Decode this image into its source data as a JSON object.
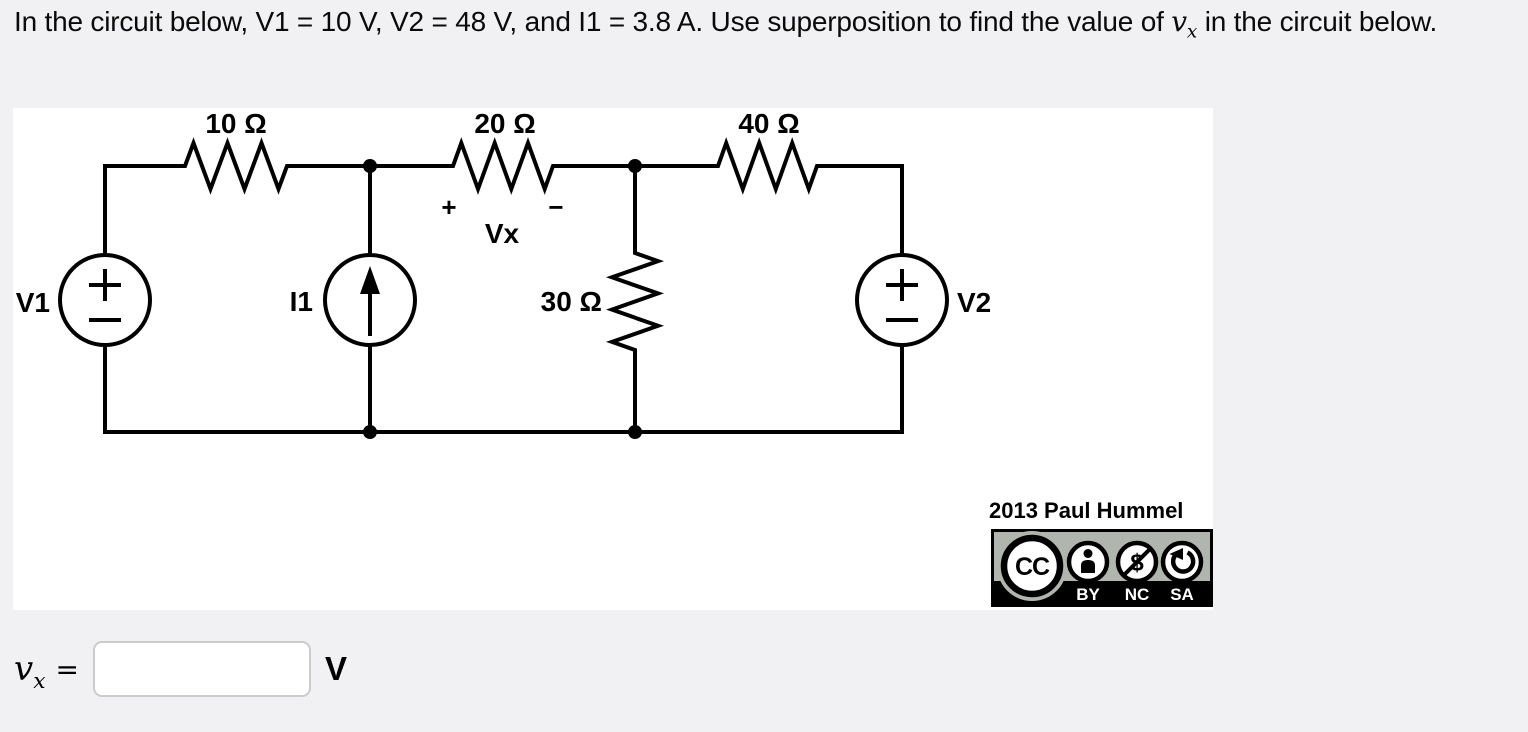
{
  "colors": {
    "page_bg": "#f1f1f3",
    "panel_bg": "#ffffff",
    "ink": "#000000",
    "badge_gray": "#b0b6ae",
    "badge_strip": "#000000",
    "input_border": "#cbcbcb"
  },
  "question": {
    "part1": "In the circuit below, V1 = 10 V, V2 = 48 V, and I1 = 3.8 A. Use superposition to find the value of ",
    "math_var": "v",
    "math_sub": "x",
    "part2": " in the circuit below."
  },
  "circuit": {
    "resistor_labels": {
      "r10": "10 Ω",
      "r20": "20 Ω",
      "r40": "40 Ω",
      "r30": "30 Ω"
    },
    "source_labels": {
      "v1": "V1",
      "i1": "I1",
      "v2": "V2"
    },
    "vx": {
      "plus": "+",
      "label": "Vx",
      "minus": "−"
    }
  },
  "attribution": "2013 Paul Hummel",
  "license": {
    "cc": "CC",
    "by": "BY",
    "nc": "NC",
    "sa": "SA",
    "icons": {
      "cc": "cc-logo-icon",
      "by": "person-icon",
      "nc": "crossed-dollar-icon",
      "sa": "counterclockwise-arrow-icon"
    }
  },
  "answer": {
    "variable": "v",
    "subscript": "x",
    "equals": "=",
    "value": "",
    "unit": "V"
  }
}
